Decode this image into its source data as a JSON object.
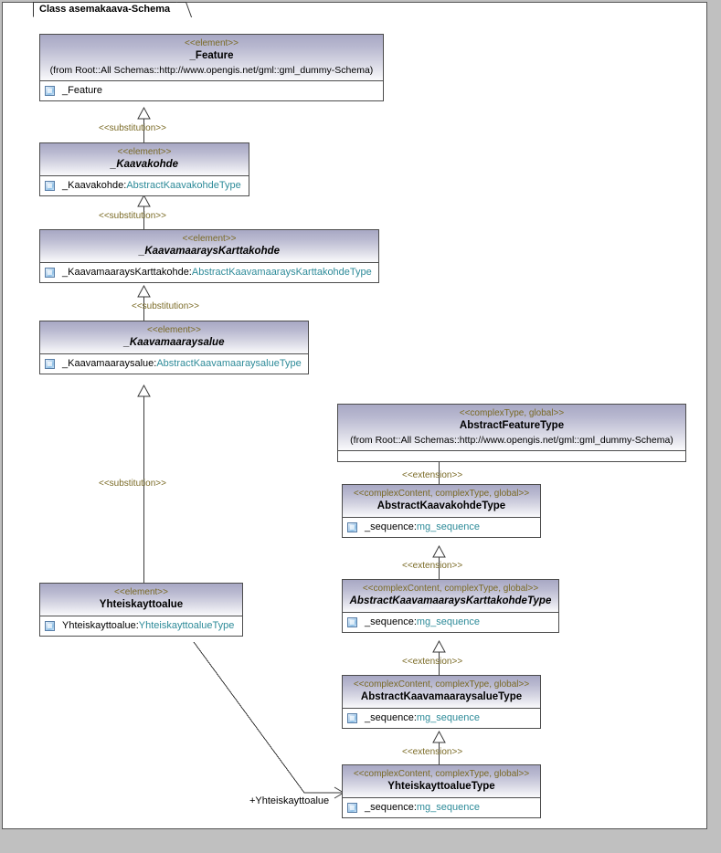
{
  "window": {
    "tab_label": "Class asemakaava-Schema",
    "background_color": "#c0c0c0",
    "canvas_color": "#ffffff"
  },
  "colors": {
    "stereotype": "#7a6a25",
    "type_link": "#2e8b99",
    "header_gradient_top": "#a8a8c4",
    "header_gradient_bottom": "#fbfbfd",
    "border": "#4c4c4c"
  },
  "classes": [
    {
      "id": "feature",
      "stereotype": "<<element>>",
      "name": "_Feature",
      "abstract": false,
      "from": "(from Root::All Schemas::http://www.opengis.net/gml::gml_dummy-Schema)",
      "attributes": [
        {
          "icon": "attribute-icon",
          "name": "_Feature",
          "type": ""
        }
      ]
    },
    {
      "id": "kaavakohde",
      "stereotype": "<<element>>",
      "name": "_Kaavakohde",
      "abstract": true,
      "from": "",
      "attributes": [
        {
          "icon": "attribute-icon",
          "name": "_Kaavakohde:",
          "type": "AbstractKaavakohdeType"
        }
      ]
    },
    {
      "id": "kaavamaarayskarttakohde",
      "stereotype": "<<element>>",
      "name": "_KaavamaaraysKarttakohde",
      "abstract": true,
      "from": "",
      "attributes": [
        {
          "icon": "attribute-icon",
          "name": "_KaavamaaraysKarttakohde:",
          "type": "AbstractKaavamaaraysKarttakohdeType"
        }
      ]
    },
    {
      "id": "kaavamaaraysalue",
      "stereotype": "<<element>>",
      "name": "_Kaavamaaraysalue",
      "abstract": true,
      "from": "",
      "attributes": [
        {
          "icon": "attribute-icon",
          "name": "_Kaavamaaraysalue:",
          "type": "AbstractKaavamaaraysalueType"
        }
      ]
    },
    {
      "id": "yhteiskayttoalue",
      "stereotype": "<<element>>",
      "name": "Yhteiskayttoalue",
      "abstract": false,
      "from": "",
      "attributes": [
        {
          "icon": "attribute-icon",
          "name": "Yhteiskayttoalue:",
          "type": "YhteiskayttoalueType"
        }
      ]
    },
    {
      "id": "abstractfeaturetype",
      "stereotype": "<<complexType, global>>",
      "name": "AbstractFeatureType",
      "abstract": false,
      "from": "(from Root::All Schemas::http://www.opengis.net/gml::gml_dummy-Schema)",
      "attributes": []
    },
    {
      "id": "abstractkaavakohdetype",
      "stereotype": "<<complexContent, complexType, global>>",
      "name": "AbstractKaavakohdeType",
      "abstract": false,
      "from": "",
      "attributes": [
        {
          "icon": "attribute-icon",
          "name": "_sequence:",
          "type": "mg_sequence"
        }
      ]
    },
    {
      "id": "abstractkaavamaarayskarttakohdetype",
      "stereotype": "<<complexContent, complexType, global>>",
      "name": "AbstractKaavamaaraysKarttakohdeType",
      "abstract": true,
      "from": "",
      "attributes": [
        {
          "icon": "attribute-icon",
          "name": "_sequence:",
          "type": "mg_sequence"
        }
      ]
    },
    {
      "id": "abstractkaavamaaraysaluetype",
      "stereotype": "<<complexContent, complexType, global>>",
      "name": "AbstractKaavamaaraysalueType",
      "abstract": false,
      "from": "",
      "attributes": [
        {
          "icon": "attribute-icon",
          "name": "_sequence:",
          "type": "mg_sequence"
        }
      ]
    },
    {
      "id": "yhteiskayttoaluetype",
      "stereotype": "<<complexContent, complexType, global>>",
      "name": "YhteiskayttoalueType",
      "abstract": false,
      "from": "",
      "attributes": [
        {
          "icon": "attribute-icon",
          "name": "_sequence:",
          "type": "mg_sequence"
        }
      ]
    }
  ],
  "connectors": [
    {
      "id": "sub1",
      "label": "<<substitution>>",
      "kind": "generalization",
      "from": "kaavakohde",
      "to": "feature"
    },
    {
      "id": "sub2",
      "label": "<<substitution>>",
      "kind": "generalization",
      "from": "kaavamaarayskarttakohde",
      "to": "kaavakohde"
    },
    {
      "id": "sub3",
      "label": "<<substitution>>",
      "kind": "generalization",
      "from": "kaavamaaraysalue",
      "to": "kaavamaarayskarttakohde"
    },
    {
      "id": "sub4",
      "label": "<<substitution>>",
      "kind": "generalization",
      "from": "yhteiskayttoalue",
      "to": "kaavamaaraysalue"
    },
    {
      "id": "ext1",
      "label": "<<extension>>",
      "kind": "generalization",
      "from": "abstractkaavakohdetype",
      "to": "abstractfeaturetype"
    },
    {
      "id": "ext2",
      "label": "<<extension>>",
      "kind": "generalization",
      "from": "abstractkaavamaarayskarttakohdetype",
      "to": "abstractkaavakohdetype"
    },
    {
      "id": "ext3",
      "label": "<<extension>>",
      "kind": "generalization",
      "from": "abstractkaavamaaraysaluetype",
      "to": "abstractkaavamaarayskarttakohdetype"
    },
    {
      "id": "ext4",
      "label": "<<extension>>",
      "kind": "generalization",
      "from": "yhteiskayttoaluetype",
      "to": "abstractkaavamaaraysaluetype"
    },
    {
      "id": "assoc1",
      "label": "+Yhteiskayttoalue",
      "kind": "association",
      "from": "yhteiskayttoalue",
      "to": "yhteiskayttoaluetype"
    }
  ]
}
